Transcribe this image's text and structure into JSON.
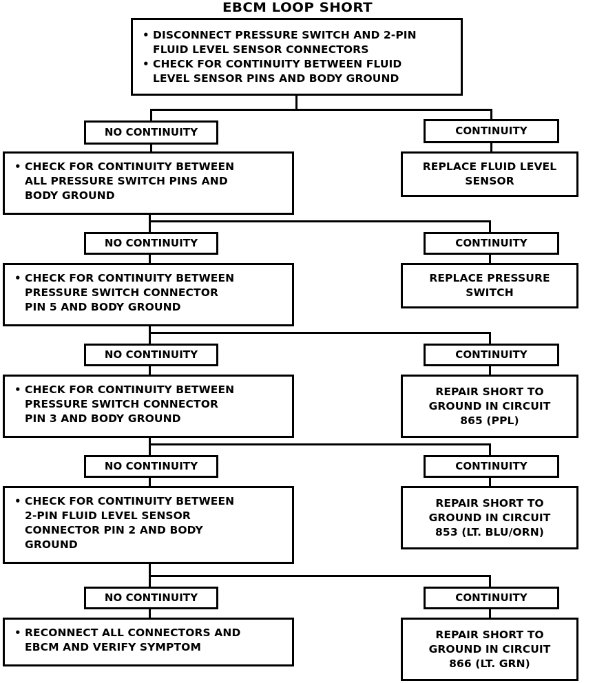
{
  "title": "EBCM LOOP SHORT",
  "labels": {
    "no_continuity": "NO CONTINUITY",
    "continuity": "CONTINUITY"
  },
  "bullet_glyph": "•",
  "colors": {
    "ink": "#000000",
    "paper": "#ffffff"
  },
  "start": {
    "items": [
      "DISCONNECT PRESSURE SWITCH AND 2-PIN\nFLUID LEVEL SENSOR CONNECTORS",
      "CHECK FOR CONTINUITY BETWEEN FLUID\nLEVEL SENSOR PINS AND BODY GROUND"
    ]
  },
  "steps": [
    {
      "id": "step-1",
      "no_continuity_label": "NO CONTINUITY",
      "continuity_label": "CONTINUITY",
      "check_text": "CHECK FOR CONTINUITY BETWEEN\nALL PRESSURE SWITCH PINS AND\nBODY GROUND",
      "result_text": "REPLACE FLUID LEVEL\nSENSOR"
    },
    {
      "id": "step-2",
      "no_continuity_label": "NO CONTINUITY",
      "continuity_label": "CONTINUITY",
      "check_text": "CHECK FOR CONTINUITY BETWEEN\nPRESSURE SWITCH CONNECTOR\nPIN 5 AND BODY GROUND",
      "result_text": "REPLACE PRESSURE\nSWITCH"
    },
    {
      "id": "step-3",
      "no_continuity_label": "NO CONTINUITY",
      "continuity_label": "CONTINUITY",
      "check_text": "CHECK FOR CONTINUITY BETWEEN\nPRESSURE SWITCH CONNECTOR\nPIN 3 AND BODY GROUND",
      "result_text": "REPAIR SHORT TO\nGROUND IN CIRCUIT\n865 (PPL)"
    },
    {
      "id": "step-4",
      "no_continuity_label": "NO CONTINUITY",
      "continuity_label": "CONTINUITY",
      "check_text": "CHECK FOR CONTINUITY BETWEEN\n2-PIN FLUID LEVEL SENSOR\nCONNECTOR PIN 2 AND BODY\nGROUND",
      "result_text": "REPAIR SHORT TO\nGROUND IN CIRCUIT\n853 (LT. BLU/ORN)"
    },
    {
      "id": "step-5",
      "no_continuity_label": "NO CONTINUITY",
      "continuity_label": "CONTINUITY",
      "check_text": "RECONNECT ALL CONNECTORS AND\nEBCM AND VERIFY SYMPTOM",
      "result_text": "REPAIR SHORT TO\nGROUND IN CIRCUIT\n866 (LT. GRN)"
    }
  ]
}
